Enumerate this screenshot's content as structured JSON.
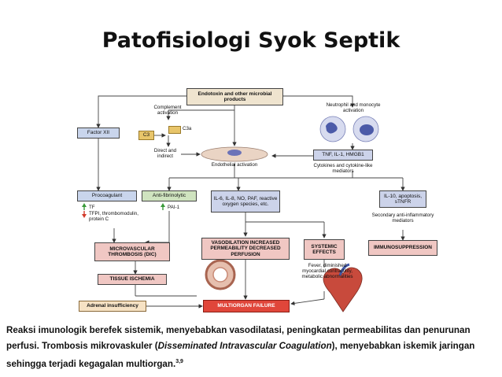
{
  "title": "Patofisiologi Syok Septik",
  "diagram": {
    "top_box": "Endotoxin and other microbial products",
    "complement_activation": "Complement activation",
    "c3": "C3",
    "c3a": "C3a",
    "direct_indirect": "Direct and indirect",
    "endothelial_activation": "Endothelial activation",
    "factor_xii": "Factor XII",
    "neutrophil_activation": "Neutrophil and monocyte activation",
    "tnf_box": "TNF, IL-1, HMGB1",
    "cytokines": "Cytokines and cytokine-like mediators",
    "procoagulant": "Procoagulant",
    "procoag_tf": "TF",
    "procoag_tfpi": "TFPI, thrombomodulin, protein C",
    "antifibrinolytic": "Anti-fibrinolytic",
    "pai1": "PAI-1",
    "il6_box": "IL-6, IL-8, NO, PAF, reactive oxygen species, etc.",
    "il10_box": "IL-10, apoptosis, sTNFR",
    "secondary": "Secondary anti-inflammatory mediators",
    "vasodilation": "VASODILATION INCREASED PERMEABILITY DECREASED PERFUSION",
    "systemic": "SYSTEMIC EFFECTS",
    "immuno": "IMMUNOSUPPRESSION",
    "microvascular": "MICROVASCULAR THROMBOSIS (DIC)",
    "tissue_ischemia": "TISSUE ISCHEMIA",
    "fever": "Fever, diminished myocardial contractility, metabolic abnormalities",
    "adrenal": "Adrenal insufficiency",
    "multiorgan": "MULTIORGAN FAILURE"
  },
  "caption": {
    "part1": "Reaksi imunologik berefek sistemik, menyebabkan vasodilatasi, peningkatan permeabilitas dan penurunan perfusi. Trombosis mikrovaskuler (",
    "italic": "Disseminated Intravascular Coagulation",
    "part2": "), menyebabkan iskemik jaringan sehingga terjadi kegagalan multiorgan.",
    "ref": "3,9"
  },
  "colors": {
    "arrow_up": "#3a9a3a",
    "arrow_down": "#d23a2a",
    "multiorgan_fill": "#e0463a"
  }
}
